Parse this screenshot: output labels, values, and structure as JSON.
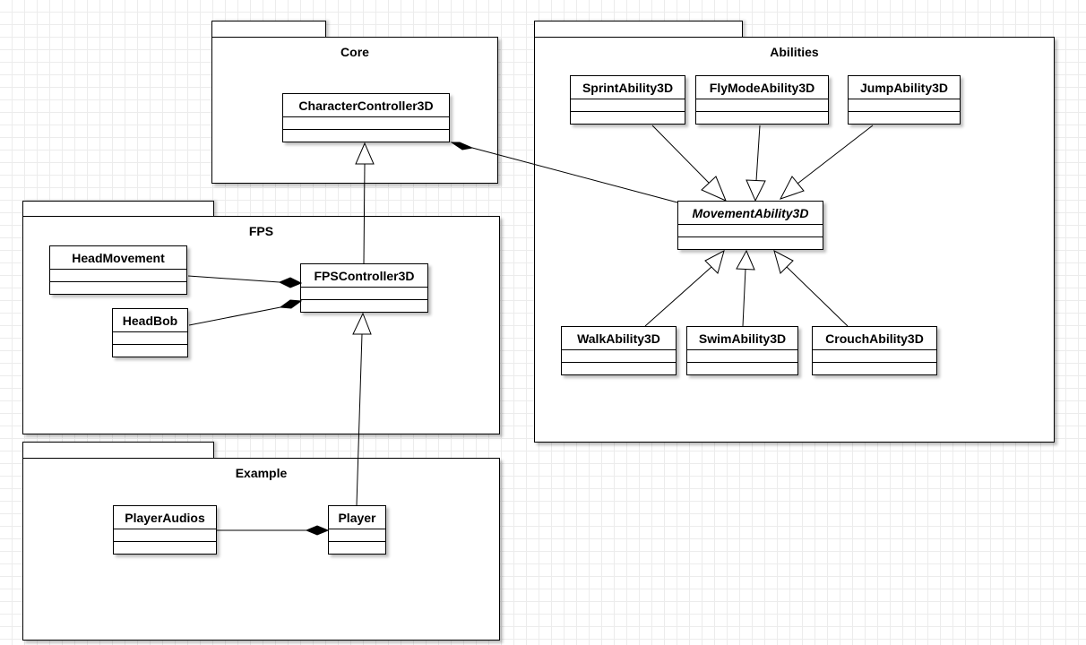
{
  "packages": {
    "core": {
      "title": "Core"
    },
    "abilities": {
      "title": "Abilities"
    },
    "fps": {
      "title": "FPS"
    },
    "example": {
      "title": "Example"
    }
  },
  "classes": {
    "character_controller": {
      "name": "CharacterController3D",
      "abstract": false
    },
    "sprint_ability": {
      "name": "SprintAbility3D",
      "abstract": false
    },
    "fly_mode_ability": {
      "name": "FlyModeAbility3D",
      "abstract": false
    },
    "jump_ability": {
      "name": "JumpAbility3D",
      "abstract": false
    },
    "movement_ability": {
      "name": "MovementAbility3D",
      "abstract": true
    },
    "walk_ability": {
      "name": "WalkAbility3D",
      "abstract": false
    },
    "swim_ability": {
      "name": "SwimAbility3D",
      "abstract": false
    },
    "crouch_ability": {
      "name": "CrouchAbility3D",
      "abstract": false
    },
    "head_movement": {
      "name": "HeadMovement",
      "abstract": false
    },
    "head_bob": {
      "name": "HeadBob",
      "abstract": false
    },
    "fps_controller": {
      "name": "FPSController3D",
      "abstract": false
    },
    "player_audios": {
      "name": "PlayerAudios",
      "abstract": false
    },
    "player": {
      "name": "Player",
      "abstract": false
    }
  },
  "relationships": [
    {
      "type": "composition",
      "whole": "CharacterController3D",
      "part": "MovementAbility3D"
    },
    {
      "type": "generalization",
      "child": "SprintAbility3D",
      "parent": "MovementAbility3D"
    },
    {
      "type": "generalization",
      "child": "FlyModeAbility3D",
      "parent": "MovementAbility3D"
    },
    {
      "type": "generalization",
      "child": "JumpAbility3D",
      "parent": "MovementAbility3D"
    },
    {
      "type": "generalization",
      "child": "WalkAbility3D",
      "parent": "MovementAbility3D"
    },
    {
      "type": "generalization",
      "child": "SwimAbility3D",
      "parent": "MovementAbility3D"
    },
    {
      "type": "generalization",
      "child": "CrouchAbility3D",
      "parent": "MovementAbility3D"
    },
    {
      "type": "generalization",
      "child": "FPSController3D",
      "parent": "CharacterController3D"
    },
    {
      "type": "composition",
      "whole": "FPSController3D",
      "part": "HeadMovement"
    },
    {
      "type": "composition",
      "whole": "FPSController3D",
      "part": "HeadBob"
    },
    {
      "type": "generalization",
      "child": "Player",
      "parent": "FPSController3D"
    },
    {
      "type": "composition",
      "whole": "Player",
      "part": "PlayerAudios"
    }
  ],
  "colors": {
    "stroke": "#000000",
    "fill": "#ffffff",
    "grid": "#ececec"
  }
}
